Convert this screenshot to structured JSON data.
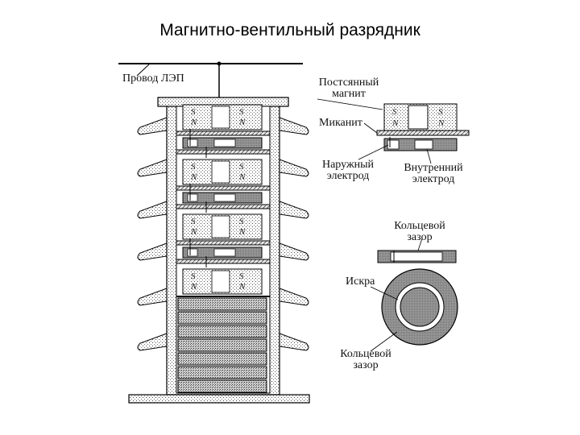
{
  "title": "Магнитно-вентильный разрядник",
  "labels": {
    "line_wire": "Провод ЛЭП",
    "permanent_magnet_1": "Постсянный",
    "permanent_magnet_2": "магнит",
    "mikanit": "Миканит",
    "outer_electrode_1": "Наружный",
    "outer_electrode_2": "электрод",
    "inner_electrode_1": "Внутренний",
    "inner_electrode_2": "электрод",
    "ring_gap_top_1": "Кольцевой",
    "ring_gap_top_2": "зазор",
    "spark": "Искра",
    "ring_gap_bottom_1": "Кольцевой",
    "ring_gap_bottom_2": "зазор"
  },
  "magnet_poles": {
    "south": "S",
    "north": "N"
  }
}
